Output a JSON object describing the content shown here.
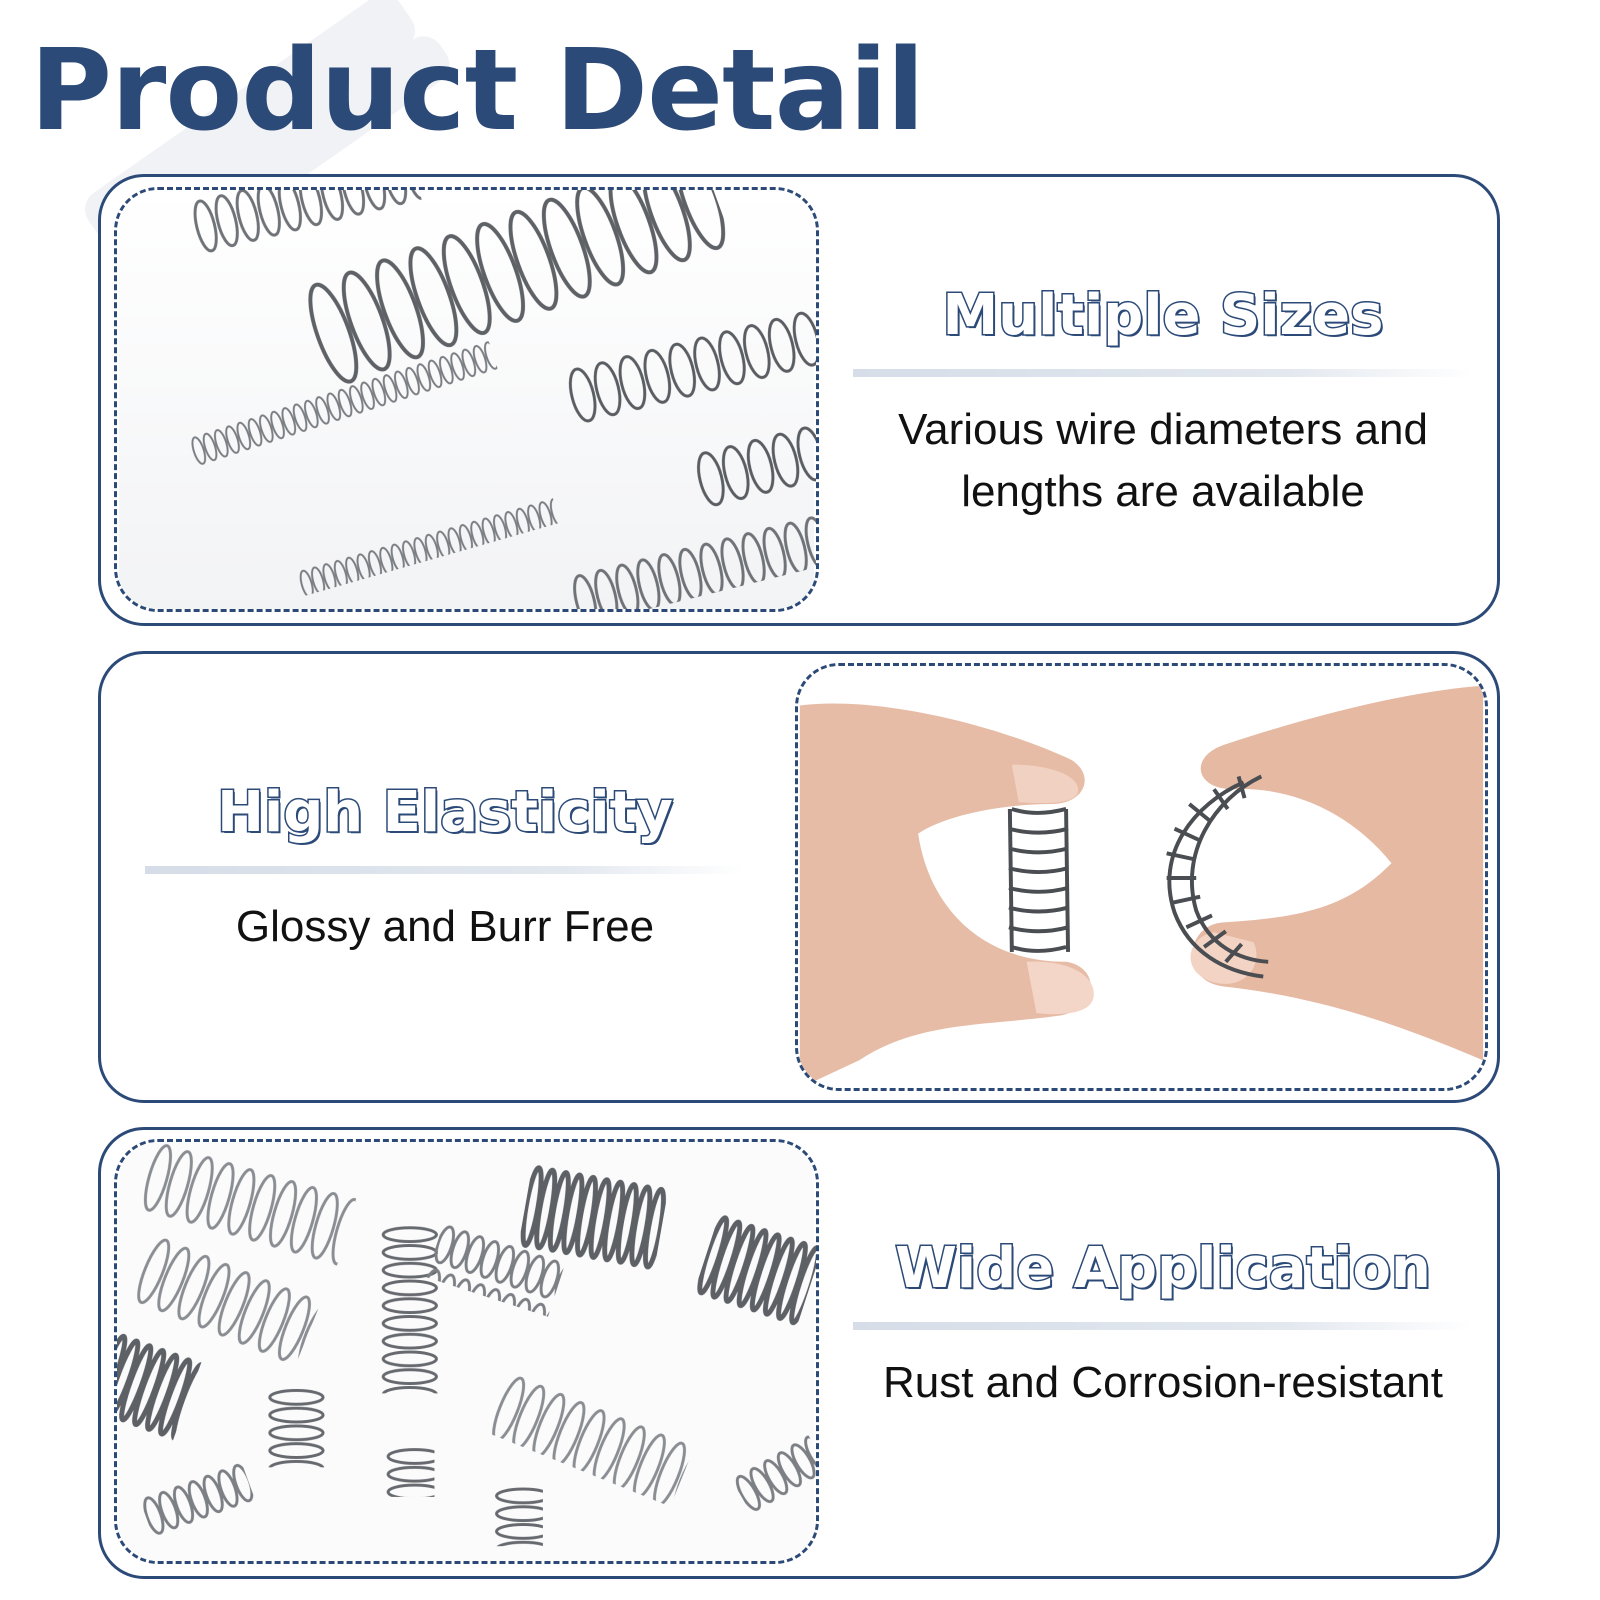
{
  "page_title": "Product Detail",
  "theme": {
    "accent": "#2c4a78",
    "text": "#111111"
  },
  "features": [
    {
      "title": "Multiple Sizes",
      "text_lines": [
        "Various wire diameters and",
        "lengths are available"
      ],
      "image_icon": "assorted-springs-photo"
    },
    {
      "title": "High Elasticity",
      "text_lines": [
        "Glossy and Burr Free"
      ],
      "image_icon": "fingers-squeezing-springs-photo"
    },
    {
      "title": "Wide Application",
      "text_lines": [
        "Rust and Corrosion-resistant"
      ],
      "image_icon": "mixed-springs-photo"
    }
  ]
}
